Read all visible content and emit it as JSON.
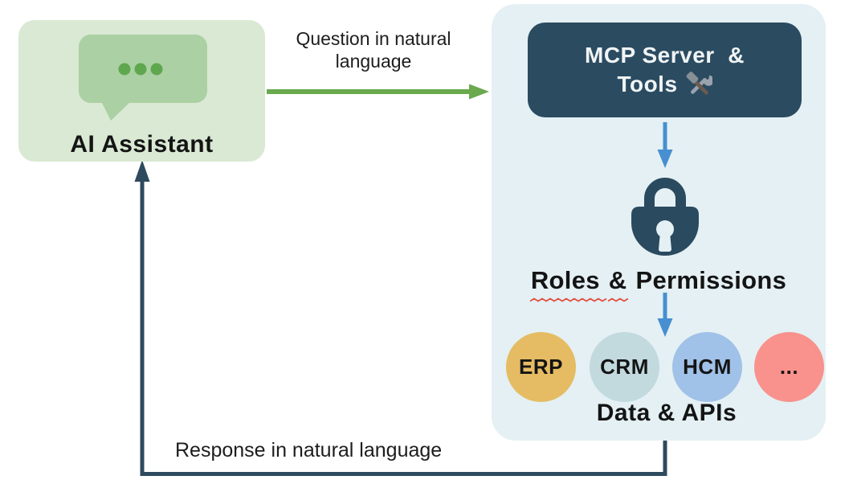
{
  "ai_assistant": {
    "label": "AI Assistant",
    "icon": "chat-bubble-icon"
  },
  "flows": {
    "question": {
      "label": "Question in natural language"
    },
    "response": {
      "label": "Response in natural language"
    }
  },
  "mcp_server": {
    "line1": "MCP Server  &",
    "line2": "Tools",
    "icon": "hammer-wrench-icon"
  },
  "security": {
    "icon": "padlock-icon",
    "word_roles": "Roles",
    "word_ampersand": "&",
    "word_permissions": "Permissions"
  },
  "systems": {
    "items": [
      {
        "label": "ERP",
        "color": "#e5bc63"
      },
      {
        "label": "CRM",
        "color": "#c2d9de"
      },
      {
        "label": "HCM",
        "color": "#a0c1e8"
      },
      {
        "label": "...",
        "color": "#f9928c"
      }
    ],
    "caption": "Data & APIs"
  },
  "colors": {
    "ai_box": "#d9e9d3",
    "chat_bubble": "#abd0a3",
    "bubble_dots": "#5ea74f",
    "question_arrow": "#6aa94e",
    "container": "#e4f0f3",
    "mcp_box": "#2b4b61",
    "mcp_text": "#f0f4f5",
    "flow_arrow": "#478fd0",
    "lock": "#2a4a60",
    "response_arrow": "#2e4a5e",
    "spellcheck_squiggle": "#e5493a"
  }
}
